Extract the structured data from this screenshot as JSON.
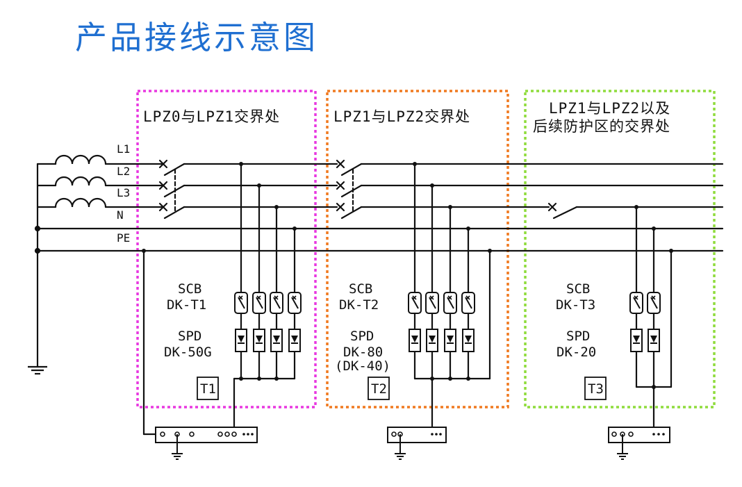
{
  "title": "产品接线示意图",
  "colors": {
    "title": "#1f6fd1",
    "zone1": "#e838e0",
    "zone2": "#f07a20",
    "zone3": "#8fdc3c",
    "wire": "#111111"
  },
  "line_labels": [
    "L1",
    "L2",
    "L3",
    "N",
    "PE"
  ],
  "zones": [
    {
      "label": [
        "LPZ0与LPZ1交界处"
      ],
      "scb": [
        "SCB",
        "DK-T1"
      ],
      "spd": [
        "SPD",
        "DK-50G"
      ],
      "tag": "T1"
    },
    {
      "label": [
        "LPZ1与LPZ2交界处"
      ],
      "scb": [
        "SCB",
        "DK-T2"
      ],
      "spd": [
        "SPD",
        "DK-80",
        "(DK-40)"
      ],
      "tag": "T2"
    },
    {
      "label": [
        "LPZ1与LPZ2以及",
        "后续防护区的交界处"
      ],
      "scb": [
        "SCB",
        "DK-T3"
      ],
      "spd": [
        "SPD",
        "DK-20"
      ],
      "tag": "T3"
    }
  ],
  "icons": [
    "inductor-coil-icon",
    "breaker-switch-icon",
    "scb-fuse-icon",
    "spd-arrester-icon",
    "ground-icon",
    "terminal-bar-icon"
  ]
}
